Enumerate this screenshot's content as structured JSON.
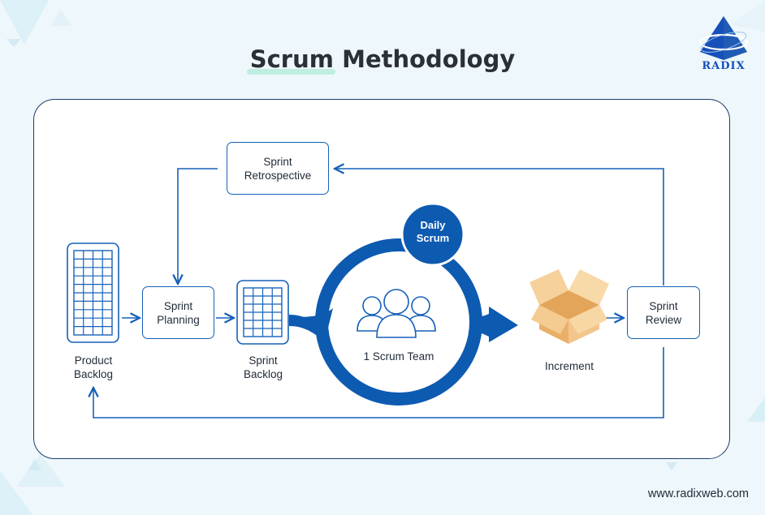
{
  "header": {
    "title_part1": "Scrum",
    "title_part2": " Methodology"
  },
  "logo": {
    "name": "RADIX"
  },
  "nodes": {
    "sprint_retrospective": "Sprint\nRetrospective",
    "sprint_planning": "Sprint\nPlanning",
    "sprint_review": "Sprint\nReview",
    "product_backlog": "Product\nBacklog",
    "sprint_backlog": "Sprint\nBacklog",
    "daily_scrum": "Daily\nScrum",
    "scrum_team": "1 Scrum Team",
    "increment": "Increment"
  },
  "icons": [
    "backlog-grid-icon",
    "team-icon",
    "box-icon",
    "pyramid-logo-icon"
  ],
  "colors": {
    "accent": "#1660b8",
    "ring": "#0d5ab1",
    "box": "#f2c58a",
    "background": "#eef7fb"
  },
  "footer": {
    "url": "www.radixweb.com"
  }
}
